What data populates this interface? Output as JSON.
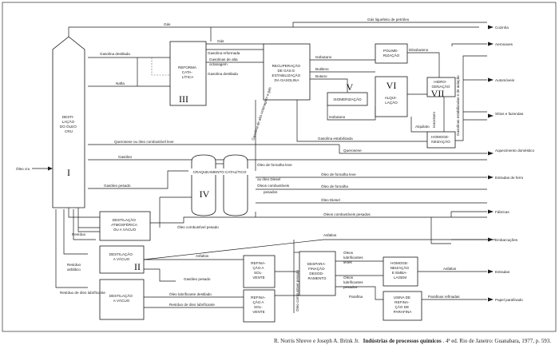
{
  "units": {
    "I": "I",
    "II": "II",
    "III": "III",
    "IV": "IV",
    "V": "V",
    "VI": "VI",
    "VII": "VII"
  },
  "boxes": {
    "tower": [
      "DESTI-",
      "LAÇÃO",
      "DO ÓLEO",
      "CRU"
    ],
    "reforma": [
      "REFORMA",
      "CATA-",
      "LÍTICA"
    ],
    "recuperacao": [
      "RECUPERAÇÃO",
      "DE GÁS E",
      "ESTABILIZAÇÃO",
      "DA GASOLINA"
    ],
    "polimerizacao": [
      "POLIME-",
      "RIZAÇÃO"
    ],
    "isomerizacao": [
      "ISOMERIZAÇÃO"
    ],
    "alquilacao": [
      "ALQUI-",
      "LAÇÃO"
    ],
    "hidrogenacao": [
      "HIDRO-",
      "GENAÇÃO"
    ],
    "homogeneizacao_top": [
      "HOMOGE-",
      "NEIZAÇÃO"
    ],
    "craqueamento": [
      "CRAQUEAMENTO CATALÍTICO"
    ],
    "dest_atm": [
      "DESTILAÇÃO",
      "ATMOSFÉRICA",
      "OU A VÁCUO"
    ],
    "dest_vacuo_ii": [
      "DESTILAÇÃO",
      "A VÁCUO"
    ],
    "dest_vacuo_low": [
      "DESTILAÇÃO",
      "A VÁCUO"
    ],
    "refinacao_1": [
      "REFINA-",
      "ÇÃO A",
      "SOL-",
      "VENTE"
    ],
    "refinacao_2": [
      "REFINA-",
      "ÇÃO A",
      "SOL-",
      "VENTE"
    ],
    "desparafinacao": [
      "DESPARA-",
      "FINAÇÃO",
      "DESOD-",
      "RAMENTO"
    ],
    "homog_embalagem": [
      "HOMOGE-",
      "NEIZAÇÃO",
      "E EMBA-",
      "LAGEM"
    ],
    "usina_parafina": [
      "USINA DE",
      "REFINA-",
      "ÇÃO DE",
      "PARAFINA"
    ]
  },
  "flows": {
    "gas_top": "Gás",
    "gas_small": "Gás",
    "gas_liquefeito": "Gás liquefeito de petróleo",
    "gasolina_destilada": "Gasolina destilada",
    "gasolina_reformada": "Gasolina reformada",
    "gasolina_destilada_2": "Gasolina destilada",
    "gasolinas_alta": "Gasolinas de alta",
    "octanagem": "octanagem",
    "nafta": "Nafta",
    "isobutano": "Isobutano",
    "butileno": "Butileno",
    "butano": "Butano",
    "diisobuteno": "Diisobuteno",
    "isobutano_2": "Isobutano",
    "alquilato": "Alquilato",
    "isooctano": "Isooctano",
    "gasolina_estabilizada": "Gasolina estabilizada",
    "querosene_leve": "Querosene ou óleo combustível leve",
    "gasolina_craq": "Gasolina de alta octanagem e gás",
    "gasolinas_lateral": "Gasolinas estabilizadas e de aviação",
    "querosene": "Querosene",
    "gasoleo": "Gasóleo",
    "oleo_fornalha_leve": "Óleo de fornalha leve",
    "oleo_fornalha_leve_2": "Óleo de fornalha leve",
    "oleo_fornalha": "Óleo de fornalha",
    "oleo_diesel_2": "ou óleo Diesel",
    "oleos_comb_pesados": "Óleos combustíveis",
    "pesados": "pesados",
    "oleo_fornalha_out": "Óleo de fornalha",
    "oleo_diesel": "Óleo Diesel",
    "gasoleo_pesado": "Gasóleo pesado",
    "oleo_comb_pesado": "Óleo combustível pesado",
    "oleos_comb_pesados_out": "Óleos combustíveis pesados",
    "asfaltos": "Asfaltos",
    "asfaltos_2": "Asfaltos",
    "asfaltos_out": "Asfaltos",
    "residuo": "Resíduo",
    "residuo_asfaltico": [
      "Resíduo",
      "asfáltico"
    ],
    "residuo_lubrificante": "Resíduo de óleo lubrificante",
    "gasoleo_pesado_2": "Gasóleo pesado",
    "oleo_lub_destilado": "Óleo lubrificante destilado",
    "residuo_oleo_lub": "Resíduo de óleo lubrificante",
    "oleo_comb_pesado_v": "Óleo combustível pesado",
    "oleos_lub_leves": [
      "Óleos",
      "lubrificantes",
      "leves"
    ],
    "oleos_lub_pesados": [
      "Óleos",
      "lubrificantes",
      "pesados"
    ],
    "parafina": "Parafina",
    "parafinas_refinadas": "Parafinas refinadas",
    "oleo_cru": "Óleo cru"
  },
  "outputs": [
    "Cozinha",
    "Aeronaves",
    "Automóveis",
    "Sítios e fazendas",
    "Aquecimento doméstico",
    "Estradas de ferro",
    "Fábricas",
    "Embarcações",
    "Estradas",
    "Papel parafinado"
  ],
  "caption": {
    "authors": "R. Norris Shreve e Joseph A. Brink Jr.",
    "title": "Indústrias de processos químicos",
    "rest": ". 4ª ed. Rio de Janeiro: Guanabara, 1977, p. 593."
  }
}
